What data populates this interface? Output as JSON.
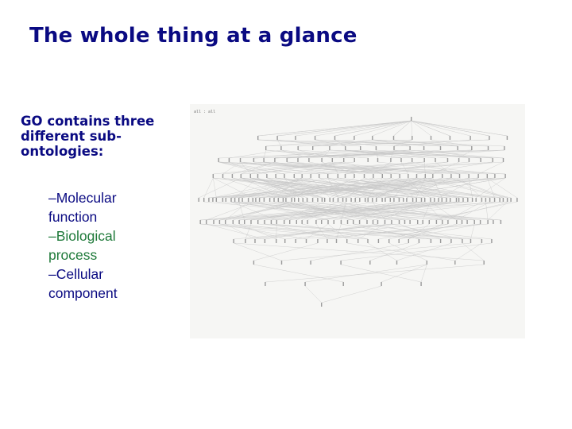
{
  "slide": {
    "title": "The whole thing at a glance",
    "intro_lines": [
      "GO contains three",
      "different sub-",
      "ontologies:"
    ],
    "items": [
      {
        "lines": [
          "–Molecular",
          "function"
        ],
        "color": "#0a0a82"
      },
      {
        "lines": [
          "–Biological",
          "process"
        ],
        "color": "#1f7a3a"
      },
      {
        "lines": [
          "–Cellular",
          "component"
        ],
        "color": "#0a0a82"
      }
    ]
  },
  "figure": {
    "corner_label": "all : all",
    "background": "#f6f6f4",
    "node_color": "#9a9a9a",
    "edge_color": "#c8c8c8"
  }
}
